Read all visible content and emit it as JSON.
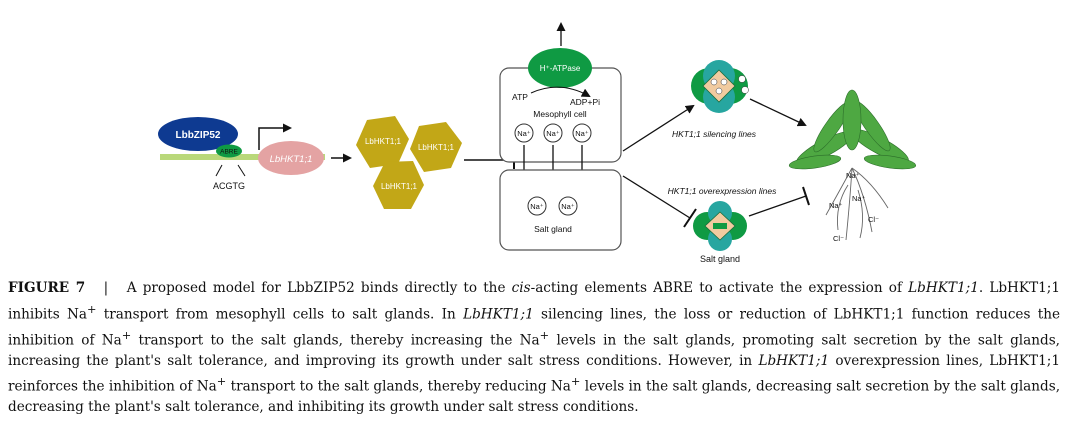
{
  "colors": {
    "green_dark": "#0f9a43",
    "green_light": "#b9d87a",
    "blue_navy": "#0e3a91",
    "pink": "#e4a3a3",
    "olive": "#c2a717",
    "teal": "#27a6a0",
    "peach": "#f1cba0"
  },
  "diagram": {
    "tf_label": "LbbZIP52",
    "abre_label": "ABRE",
    "acgtg_label": "ACGTG",
    "gene_label": "LbHKT1;1",
    "protein_label": "LbHKT1;1",
    "atpase_label": "H⁺-ATPase",
    "atp_label": "ATP",
    "adp_label": "ADP+Pi",
    "mesophyll_label": "Mesophyll cell",
    "na_label": "Na⁺",
    "saltgland_label": "Salt gland",
    "silencing_label": "HKT1;1 silencing lines",
    "overexpression_label": "HKT1;1 overexpression lines",
    "saltgland2_label": "Salt gland",
    "cl_label": "Cl⁻"
  },
  "caption": {
    "figure_label": "FIGURE 7",
    "separator": "|",
    "s1": "A proposed model for LbbZIP52 binds directly to the",
    "s1_cis": "cis",
    "s2": "-acting elements ABRE to activate the expression of",
    "s2_gene": "LbHKT1;1",
    "s3": ". LbHKT1;1 inhibits Na",
    "s4": "transport from mesophyll cells to salt glands. In",
    "s4_gene": "LbHKT1;1",
    "s5": "silencing lines, the loss or reduction of LbHKT1;1 function reduces the inhibition of Na",
    "s6": "transport to the salt glands, thereby increasing the Na",
    "s7": "levels in the salt glands, promoting salt secretion by the salt glands, increasing the plant's salt tolerance, and improving its growth under salt stress conditions. However, in",
    "s7_gene": "LbHKT1;1",
    "s8": "overexpression lines, LbHKT1;1 reinforces the inhibition of Na",
    "s9": "transport to the salt glands, thereby reducing Na",
    "s10": "levels in the salt glands, decreasing salt secretion by the salt glands, decreasing the plant's salt tolerance, and inhibiting its growth under salt stress conditions.",
    "plus": "+"
  }
}
